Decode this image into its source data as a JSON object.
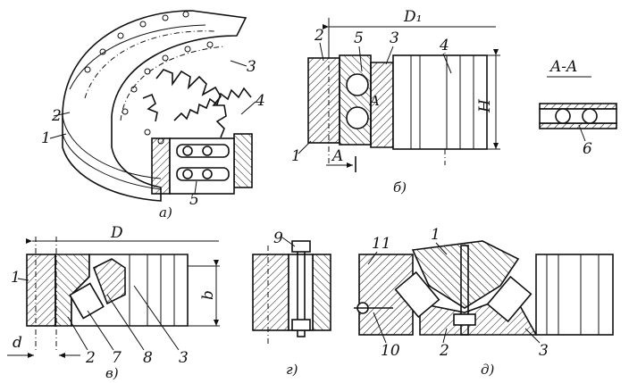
{
  "figure": {
    "captions": {
      "a": "а)",
      "b": "б)",
      "v": "в)",
      "g": "г)",
      "d": "д)"
    },
    "labels": {
      "a_1": "1",
      "a_2": "2",
      "a_3": "3",
      "a_4": "4",
      "a_5": "5",
      "b_D1": "D₁",
      "b_2": "2",
      "b_5": "5",
      "b_3": "3",
      "b_4": "4",
      "b_H": "H",
      "b_A_mark": "A",
      "b_A_arrow": "A",
      "b_1": "1",
      "aa_title": "A-A",
      "aa_6": "6",
      "v_D": "D",
      "v_1": "1",
      "v_b": "b",
      "v_d": "d",
      "v_2": "2",
      "v_7": "7",
      "v_8": "8",
      "v_3": "3",
      "g_9": "9",
      "d_11": "11",
      "d_1": "1",
      "d_10": "10",
      "d_2": "2",
      "d_3": "3"
    }
  }
}
